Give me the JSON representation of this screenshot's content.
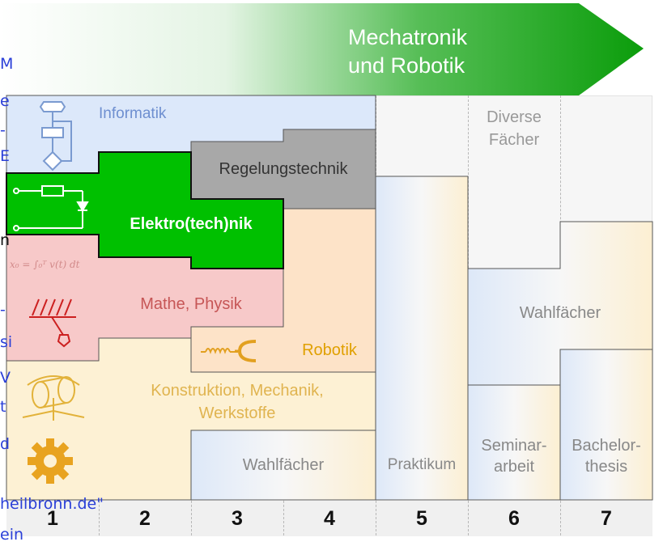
{
  "title": {
    "line1": "Mechatronik",
    "line2": "und Robotik"
  },
  "left_fragments": [
    "M",
    "e",
    "-",
    "E",
    "n",
    "-",
    "si",
    "V",
    "t",
    "d"
  ],
  "bottom_link": {
    "line1": "heilbronn.de\"",
    "line2": "ein"
  },
  "blocks": {
    "informatik": "Informatik",
    "regelung": "Regelungstechnik",
    "elektro": "Elektro(tech)nik",
    "mathe": "Mathe, Physik",
    "robotik": "Robotik",
    "konstruktion_1": "Konstruktion, Mechanik,",
    "konstruktion_2": "Werkstoffe",
    "wahl_34": "Wahlfächer",
    "praktikum": "Praktikum",
    "diverse_1": "Diverse",
    "diverse_2": "Fächer",
    "wahl_67": "Wahlfächer",
    "seminar_1": "Seminar-",
    "seminar_2": "arbeit",
    "bachelor_1": "Bachelor-",
    "bachelor_2": "thesis"
  },
  "formula": "x₀ = ∫₀ᵀ v(t) dt",
  "semesters": [
    "1",
    "2",
    "3",
    "4",
    "5",
    "6",
    "7"
  ],
  "colors": {
    "informatik": "#dce8fa",
    "regelung": "#a8a8a8",
    "elektro": "#00c000",
    "mathe": "#f7c9c9",
    "robotik": "#fde3c8",
    "konstruktion": "#fdf1d4",
    "arrow": "#14a314"
  },
  "icons": [
    "flowchart-icon",
    "circuit-icon",
    "spring-icon",
    "gripper-icon",
    "cylinder-icon",
    "gear-icon"
  ]
}
